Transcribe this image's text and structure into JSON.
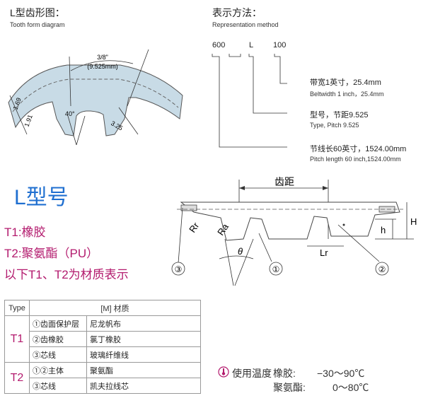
{
  "tooth_form": {
    "title": "L型齿形图：",
    "subtitle": "Tooth form diagram",
    "dim_pitch_in": "3/8\"",
    "dim_pitch_mm": "(9.525mm)",
    "dim_thickness": "1.69",
    "dim_overall": "1.91",
    "dim_angle": "40°",
    "dim_tooth_depth": "3.25"
  },
  "representation": {
    "title": "表示方法：",
    "subtitle": "Representation method",
    "codes": [
      "600",
      "L",
      "100"
    ],
    "items": [
      {
        "cn": "带宽1英寸，25.4mm",
        "en": "Beltwidth 1  inch，25.4mm"
      },
      {
        "cn": "型号，节距9.525",
        "en": "Type, Pitch 9.525"
      },
      {
        "cn": "节线长60英寸，1524.00mm",
        "en": "Pitch length 60 inch,1524.00mm"
      }
    ]
  },
  "model": {
    "title": "L型号",
    "lines": [
      "T1:橡胶",
      "T2:聚氨酯（PU）",
      "以下T1、T2为材质表示"
    ]
  },
  "profile": {
    "pitch_label": "齿距",
    "labels": [
      "Rr",
      "Ra",
      "θ",
      "Lr",
      "h",
      "H"
    ],
    "callouts": [
      "③",
      "①",
      "②"
    ]
  },
  "materials": {
    "headers": [
      "Type",
      "[M] 材质"
    ],
    "groups": [
      {
        "type": "T1",
        "rows": [
          [
            "①齿面保护层",
            "尼龙帆布"
          ],
          [
            "②齿橡胶",
            "氯丁橡胶"
          ],
          [
            "③芯线",
            "玻璃纤维线"
          ]
        ]
      },
      {
        "type": "T2",
        "rows": [
          [
            "①②主体",
            "聚氨酯"
          ],
          [
            "③芯线",
            "凯夫拉线芯"
          ]
        ]
      }
    ]
  },
  "temperature": {
    "icon": "thermometer-icon",
    "label": "使用温度",
    "rows": [
      {
        "material": "橡胶:",
        "range": "−30～90℃"
      },
      {
        "material": "聚氨酯:",
        "range": "0～80℃"
      }
    ]
  },
  "colors": {
    "accent_blue": "#1f6fd0",
    "accent_magenta": "#b31b6e",
    "belt_fill": "#c8dbe6"
  }
}
